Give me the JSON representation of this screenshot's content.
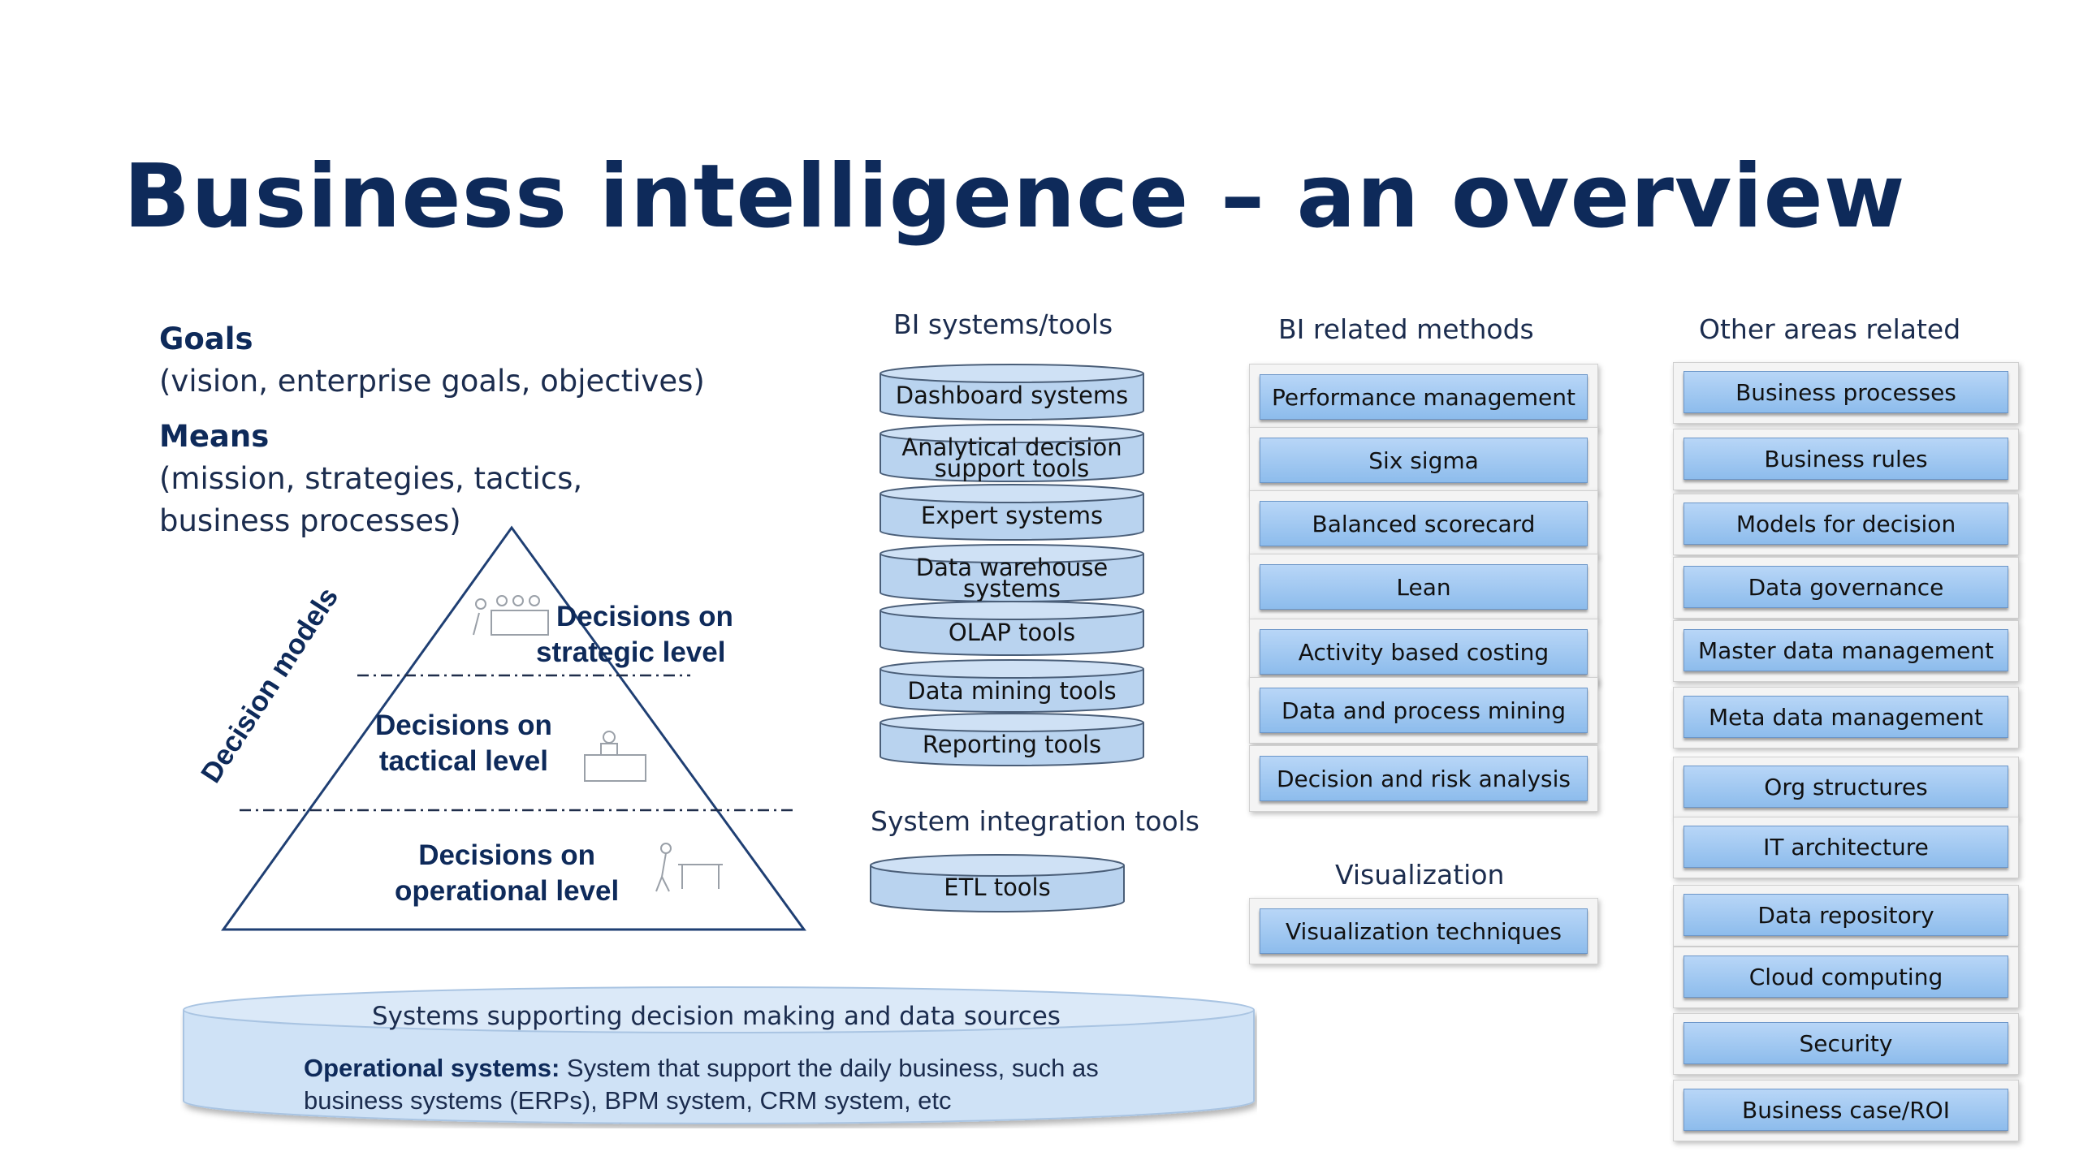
{
  "title": "Business intelligence – an overview",
  "intro": {
    "goals_heading": "Goals",
    "goals_text": "(vision, enterprise goals, objectives)",
    "means_heading": "Means",
    "means_line1": "(mission, strategies, tactics,",
    "means_line2": "business processes)"
  },
  "pyramid": {
    "side_label": "Decision models",
    "strategic": [
      "Decisions on",
      "strategic level"
    ],
    "tactical": [
      "Decisions on",
      "tactical level"
    ],
    "operational": [
      "Decisions on",
      "operational level"
    ]
  },
  "bi_systems": {
    "heading": "BI systems/tools",
    "items": [
      {
        "line1": "Dashboard systems",
        "line2": ""
      },
      {
        "line1": "Analytical decision",
        "line2": "support tools"
      },
      {
        "line1": "Expert systems",
        "line2": ""
      },
      {
        "line1": "Data warehouse",
        "line2": "systems"
      },
      {
        "line1": "OLAP tools",
        "line2": ""
      },
      {
        "line1": "Data mining tools",
        "line2": ""
      },
      {
        "line1": "Reporting tools",
        "line2": ""
      }
    ]
  },
  "integration": {
    "heading": "System integration tools",
    "item": "ETL tools"
  },
  "methods": {
    "heading": "BI related methods",
    "items": [
      "Performance management",
      "Six sigma",
      "Balanced scorecard",
      "Lean",
      "Activity based costing",
      "Data and process mining",
      "Decision and risk analysis"
    ]
  },
  "visualization": {
    "heading": "Visualization",
    "item": "Visualization techniques"
  },
  "other_areas": {
    "heading": "Other areas related",
    "items": [
      "Business processes",
      "Business rules",
      "Models for decision",
      "Data governance",
      "Master data management",
      "Meta data management",
      "Org structures",
      "IT architecture",
      "Data repository",
      "Cloud computing",
      "Security",
      "Business case/ROI"
    ]
  },
  "base": {
    "title": "Systems supporting decision making and data sources",
    "bold": "Operational systems:",
    "text1": " System that support the daily business, such as",
    "text2": "business systems (ERPs), BPM system, CRM system, etc"
  },
  "colors": {
    "title": "#0e2a5a",
    "box_fill": "#a6c9f2",
    "cylinder_fill": "#b9d3ef",
    "cylinder_stroke": "#4a5e78"
  }
}
